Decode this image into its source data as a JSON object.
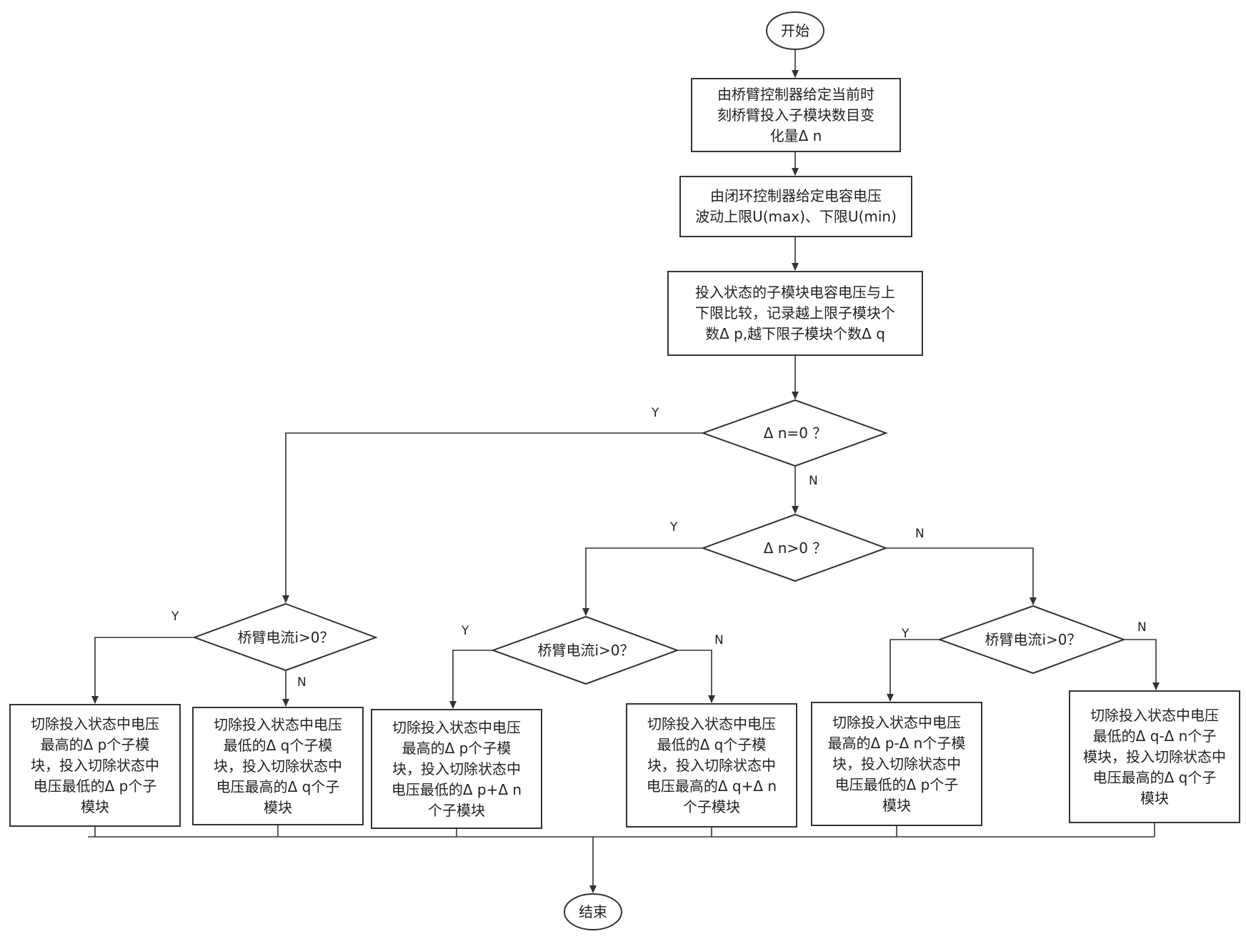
{
  "nodes": {
    "start": "开始",
    "step1": "由桥臂控制器给定当前时\n刻桥臂投入子模块数目变\n化量Δ n",
    "step2": "由闭环控制器给定电容电压\n波动上限U(max)、下限U(min)",
    "step3": "投入状态的子模块电容电压与上\n下限比较，记录越上限子模块个\n数Δ p,越下限子模块个数Δ q",
    "dec_n0": "Δ n=0 ？",
    "dec_npos": "Δ n>0 ？",
    "dec_i_left": "桥臂电流i>0？",
    "dec_i_mid": "桥臂电流i>0？",
    "dec_i_right": "桥臂电流i>0？",
    "box1": "切除投入状态中电压\n最高的Δ p个子模\n块，投入切除状态中\n电压最低的Δ p个子\n模块",
    "box2": "切除投入状态中电压\n最低的Δ q个子模\n块，投入切除状态中\n电压最高的Δ q个子\n模块",
    "box3": "切除投入状态中电压\n最高的Δ p个子模\n块，投入切除状态中\n电压最低的Δ p+Δ n\n个子模块",
    "box4": "切除投入状态中电压\n最低的Δ q个子模\n块，投入切除状态中\n电压最高的Δ q+Δ n\n个子模块",
    "box5": "切除投入状态中电压\n最高的Δ p-Δ n个子模\n块，投入切除状态中\n电压最低的Δ p个子\n模块",
    "box6": "切除投入状态中电压\n最低的Δ q-Δ n个子\n模块，投入切除状态中\n电压最高的Δ q个子\n模块",
    "end": "结束"
  },
  "labels": {
    "y": "Y",
    "n": "N"
  },
  "colors": {
    "stroke": "#333333",
    "fill": "#ffffff"
  }
}
